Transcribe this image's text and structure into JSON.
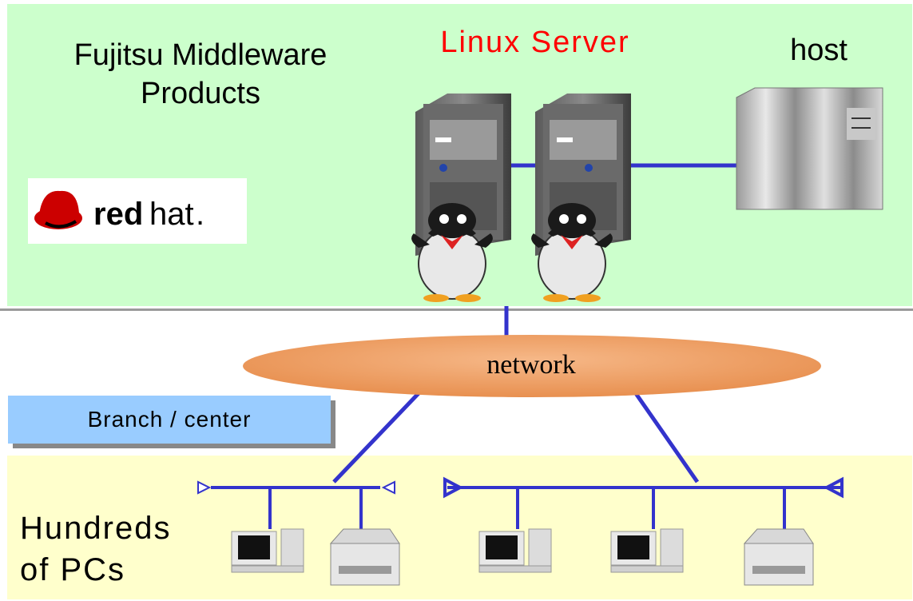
{
  "middleware": {
    "line1": "Fujitsu Middleware",
    "line2": "Products"
  },
  "linux_server": {
    "label": "Linux Server",
    "color": "#ff0000"
  },
  "host": {
    "label": "host"
  },
  "redhat": {
    "text_bold": "red",
    "text_light": "hat",
    "text_mark": "."
  },
  "network": {
    "label": "network",
    "color": "#f0a060"
  },
  "branch": {
    "label": "Branch / center"
  },
  "pcs": {
    "line1": "Hundreds",
    "line2": "of PCs"
  },
  "colors": {
    "top_zone": "#ccffcc",
    "bottom_zone": "#ffffcc",
    "link": "#3333cc",
    "branch_box": "#99ccff"
  },
  "icons": [
    "linux-server-icon",
    "penguin-icon",
    "mainframe-host-icon",
    "pc-icon",
    "printer-icon",
    "redhat-logo-icon"
  ]
}
